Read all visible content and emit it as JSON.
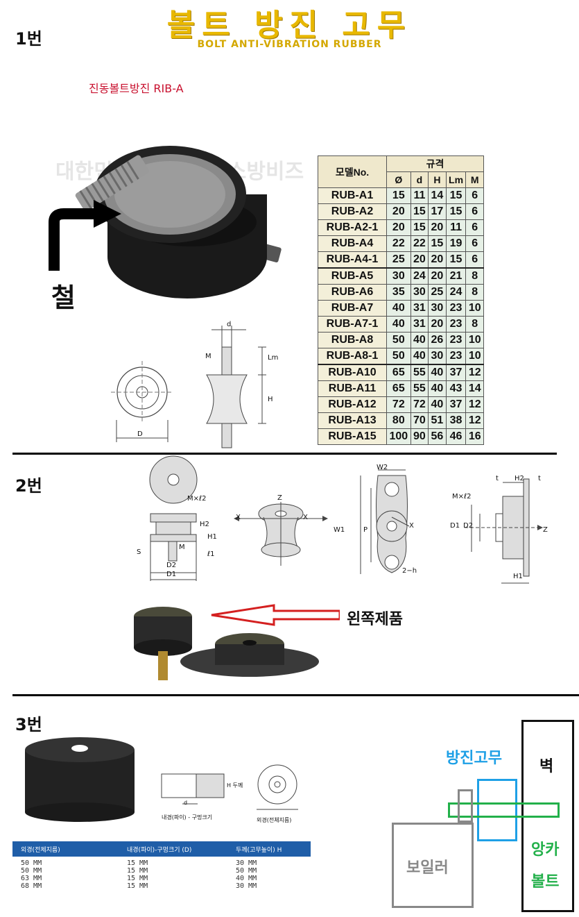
{
  "header": {
    "title_ko": "볼트 방진 고무",
    "title_en": "BOLT ANTI-VIBRATION RUBBER"
  },
  "section1": {
    "label": "1번",
    "product_name": "진동볼트방진  RIB-A",
    "material_label": "철",
    "watermark": "대한민국NO.1방구소방비즈",
    "table": {
      "model_header": "모델No.",
      "spec_header": "규격",
      "columns": [
        "Ø",
        "d",
        "H",
        "Lm",
        "M"
      ],
      "rows": [
        {
          "model": "RUB-A1",
          "vals": [
            "15",
            "11",
            "14",
            "15",
            "6"
          ]
        },
        {
          "model": "RUB-A2",
          "vals": [
            "20",
            "15",
            "17",
            "15",
            "6"
          ]
        },
        {
          "model": "RUB-A2-1",
          "vals": [
            "20",
            "15",
            "20",
            "11",
            "6"
          ]
        },
        {
          "model": "RUB-A4",
          "vals": [
            "22",
            "22",
            "15",
            "19",
            "6"
          ]
        },
        {
          "model": "RUB-A4-1",
          "vals": [
            "25",
            "20",
            "20",
            "15",
            "6"
          ]
        },
        {
          "model": "RUB-A5",
          "vals": [
            "30",
            "24",
            "20",
            "21",
            "8"
          ]
        },
        {
          "model": "RUB-A6",
          "vals": [
            "35",
            "30",
            "25",
            "24",
            "8"
          ]
        },
        {
          "model": "RUB-A7",
          "vals": [
            "40",
            "31",
            "30",
            "23",
            "10"
          ]
        },
        {
          "model": "RUB-A7-1",
          "vals": [
            "40",
            "31",
            "20",
            "23",
            "8"
          ]
        },
        {
          "model": "RUB-A8",
          "vals": [
            "50",
            "40",
            "26",
            "23",
            "10"
          ]
        },
        {
          "model": "RUB-A8-1",
          "vals": [
            "50",
            "40",
            "30",
            "23",
            "10"
          ]
        },
        {
          "model": "RUB-A10",
          "vals": [
            "65",
            "55",
            "40",
            "37",
            "12"
          ]
        },
        {
          "model": "RUB-A11",
          "vals": [
            "65",
            "55",
            "40",
            "43",
            "14"
          ]
        },
        {
          "model": "RUB-A12",
          "vals": [
            "72",
            "72",
            "40",
            "37",
            "12"
          ]
        },
        {
          "model": "RUB-A13",
          "vals": [
            "80",
            "70",
            "51",
            "38",
            "12"
          ]
        },
        {
          "model": "RUB-A15",
          "vals": [
            "100",
            "90",
            "56",
            "46",
            "16"
          ]
        }
      ]
    },
    "drawing_labels": {
      "d": "d",
      "m": "M",
      "lm": "Lm",
      "h": "H",
      "dia": "D"
    }
  },
  "section2": {
    "label": "2번",
    "left_product_label": "왼쪽제품",
    "drawing_labels": {
      "mxl2": "M×ℓ2",
      "h2": "H2",
      "h1": "H1",
      "l1": "ℓ1",
      "m": "M",
      "s": "S",
      "d2": "D2",
      "d1": "D1",
      "z": "Z",
      "x": "X",
      "w2": "W2",
      "w1": "W1",
      "p": "P",
      "two_h": "2−h",
      "t": "t"
    }
  },
  "section3": {
    "label": "3번",
    "drawing_labels": {
      "thickness": "H 두께",
      "inner": "내경(파이) - 구멍크기",
      "outer": "외경(전체지름)",
      "d": "d"
    },
    "table": {
      "headers": [
        "외경(전체지름)",
        "내경(파이)-구멍크기 (D)",
        "두께(고무높이) H"
      ],
      "rows": [
        [
          "50 MM",
          "15 MM",
          "30 MM"
        ],
        [
          "50 MM",
          "15 MM",
          "50 MM"
        ],
        [
          "63 MM",
          "15 MM",
          "40 MM"
        ],
        [
          "68 MM",
          "15 MM",
          "30 MM"
        ]
      ]
    },
    "diagram": {
      "rubber": "방진고무",
      "wall": "벽",
      "anchor_line1": "앙카",
      "anchor_line2": "볼트",
      "boiler": "보일러"
    }
  },
  "colors": {
    "title_gold": "#e8b800",
    "red": "#c8102e",
    "rubber_blue": "#1ea0e6",
    "anchor_green": "#22b04a",
    "boiler_gray": "#888888",
    "table_head_blue": "#1f5ea8"
  }
}
